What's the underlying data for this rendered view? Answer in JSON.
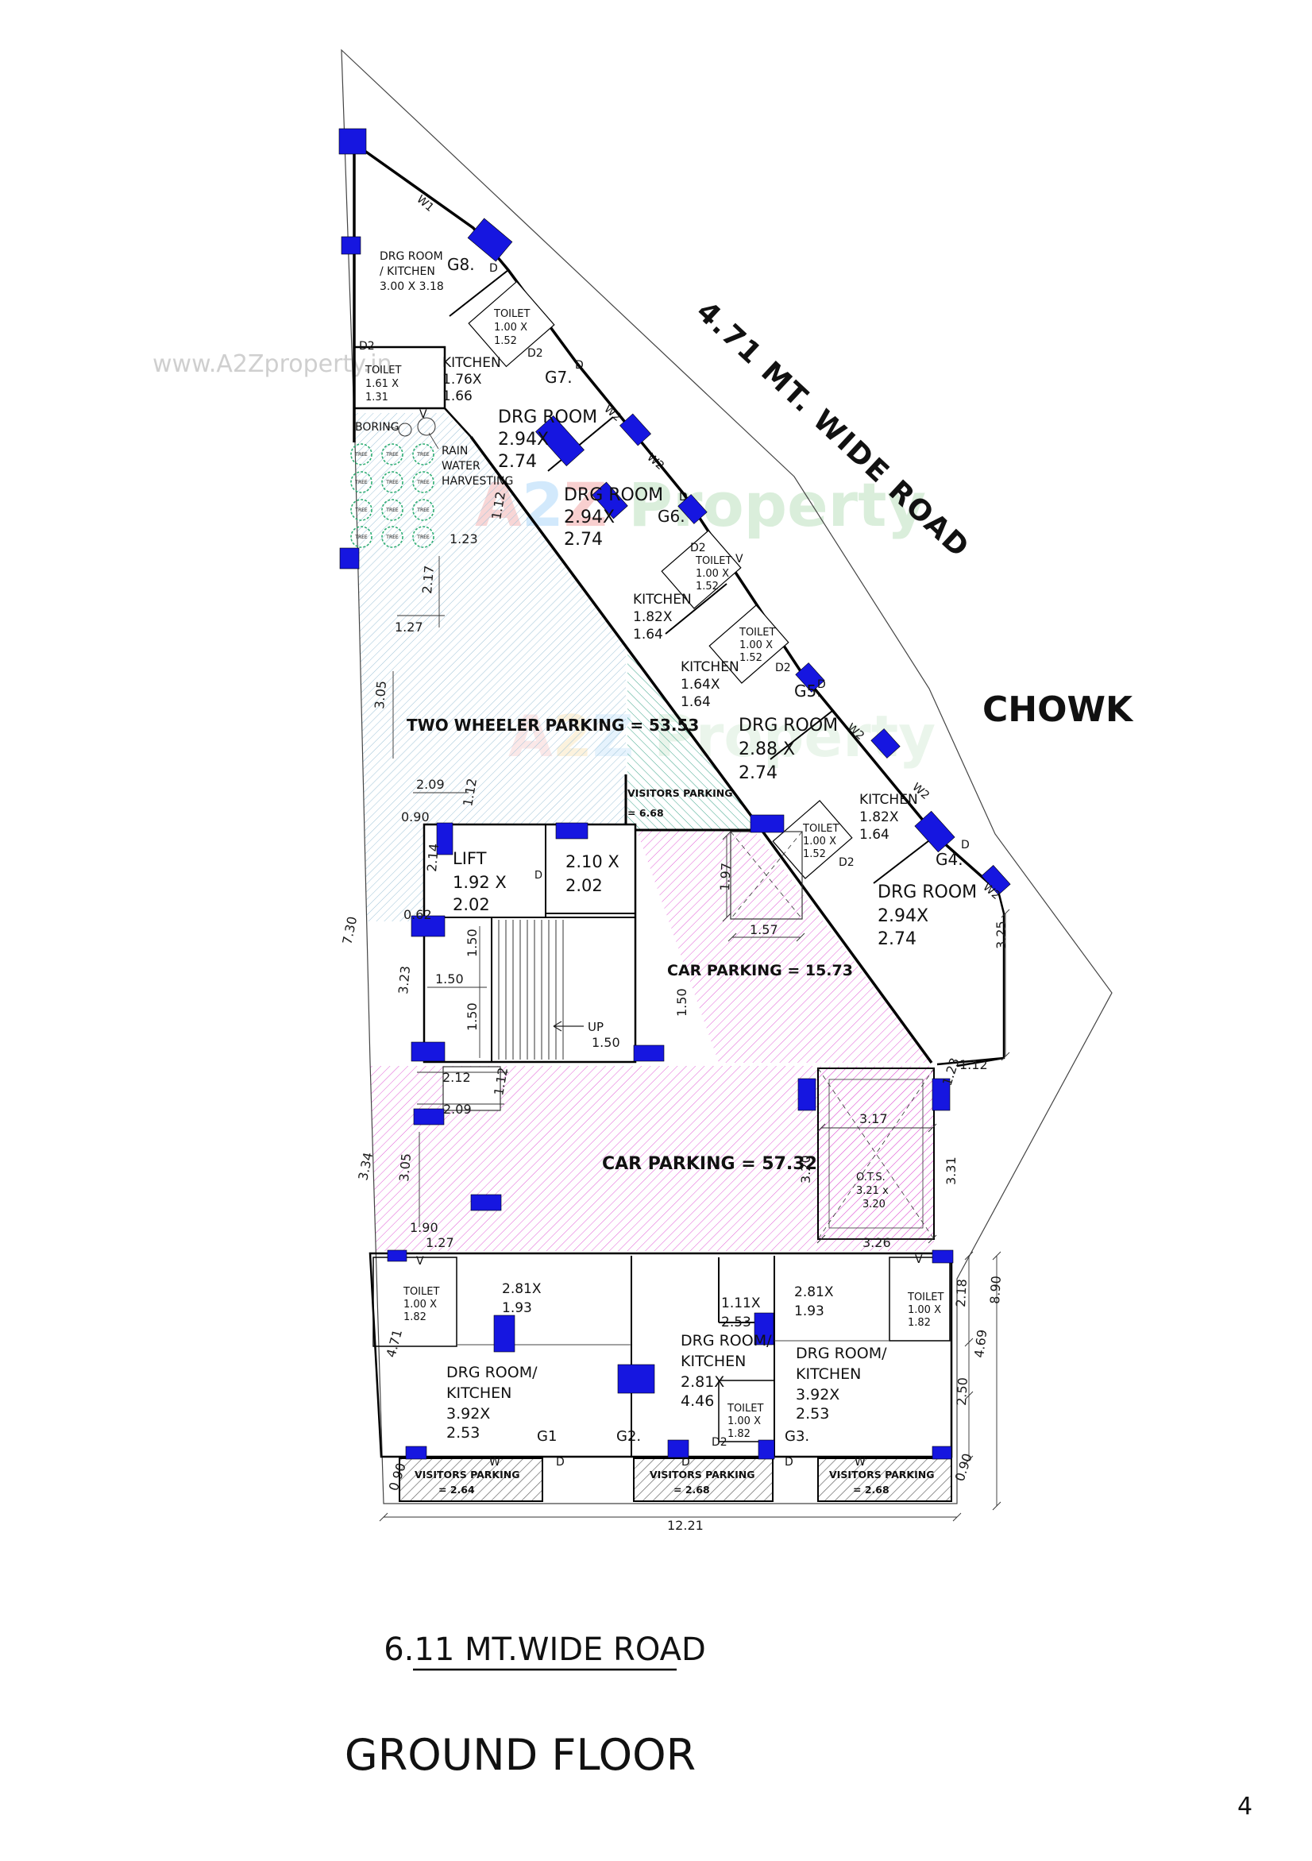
{
  "page_number": "4",
  "titles": {
    "road_top": "4.71 MT.  WIDE ROAD",
    "chowk": "CHOWK",
    "road_bottom": "6.11 MT.WIDE ROAD",
    "floor": "GROUND FLOOR"
  },
  "watermarks": {
    "url": "www.A2Zproperty.in",
    "brand_parts": [
      "A",
      "2",
      "Z",
      " Property"
    ]
  },
  "site": {
    "boring": "BORING",
    "rwh": [
      "RAIN",
      "WATER",
      "HARVESTING"
    ],
    "tree": "TREE"
  },
  "openings": {
    "w": "W",
    "w1": "W1",
    "w2": "W2",
    "d": "D",
    "d2": "D2",
    "v": "V"
  },
  "units": {
    "g8": {
      "id": "G8.",
      "lines": [
        "DRG ROOM",
        "/ KITCHEN",
        "3.00 X 3.18"
      ]
    },
    "toilet_g8": {
      "lines": [
        "TOILET",
        "1.61 X",
        "1.31"
      ]
    },
    "toilet_g7": {
      "lines": [
        "TOILET",
        "1.00 X",
        "1.52"
      ]
    },
    "kitchen_g7": {
      "lines": [
        "KITCHEN",
        "1.76X",
        "1.66"
      ]
    },
    "g7": {
      "id": "G7.",
      "lines": [
        "DRG ROOM",
        "2.94X",
        "2.74"
      ]
    },
    "g6": {
      "id": "G6.",
      "lines": [
        "DRG ROOM",
        "2.94X",
        "2.74"
      ]
    },
    "toilet_g6": {
      "lines": [
        "TOILET",
        "1.00 X",
        "1.52"
      ]
    },
    "kitchen_g6": {
      "lines": [
        "KITCHEN",
        "1.82X",
        "1.64"
      ]
    },
    "kitchen_g5": {
      "lines": [
        "KITCHEN",
        "1.64X",
        "1.64"
      ]
    },
    "toilet_g5": {
      "lines": [
        "TOILET",
        "1.00 X",
        "1.52"
      ]
    },
    "g5": {
      "id": "G5.",
      "lines": [
        "DRG ROOM",
        "2.88 X",
        "2.74"
      ]
    },
    "kitchen_g4": {
      "lines": [
        "KITCHEN",
        "1.82X",
        "1.64"
      ]
    },
    "toilet_g4": {
      "lines": [
        "TOILET",
        "1.00 X",
        "1.52"
      ]
    },
    "g4": {
      "id": "G4.",
      "lines": [
        "DRG ROOM",
        "2.94X",
        "2.74"
      ]
    },
    "g1": {
      "id": "G1",
      "lines": [
        "DRG ROOM/",
        "KITCHEN",
        "3.92X",
        "2.53"
      ],
      "room": [
        "2.81X",
        "1.93"
      ],
      "toilet": [
        "TOILET",
        "1.00 X",
        "1.82"
      ]
    },
    "g2": {
      "id": "G2.",
      "lines": [
        "DRG ROOM/",
        "KITCHEN",
        "2.81X",
        "4.46"
      ],
      "lobby": [
        "1.11X",
        "2.53"
      ],
      "toilet": [
        "TOILET",
        "1.00 X",
        "1.82"
      ]
    },
    "g3": {
      "id": "G3.",
      "lines": [
        "DRG ROOM/",
        "KITCHEN",
        "3.92X",
        "2.53"
      ],
      "room": [
        "2.81X",
        "1.93"
      ],
      "toilet": [
        "TOILET",
        "1.00 X",
        "1.82"
      ]
    }
  },
  "core": {
    "lift": [
      "LIFT",
      "1.92 X",
      "2.02"
    ],
    "room": [
      "2.10 X",
      "2.02"
    ],
    "up": "UP",
    "ots": [
      "O.T.S.",
      "3.21 x",
      "3.20"
    ]
  },
  "parking": {
    "two_wheeler": "TWO WHEELER PARKING = 53.53",
    "visitors_main": [
      "VISITORS PARKING",
      "= 6.68"
    ],
    "car_a": "CAR PARKING = 15.73",
    "car_b": "CAR PARKING = 57.32",
    "vp1": [
      "VISITORS PARKING",
      "= 2.64"
    ],
    "vp2": [
      "VISITORS PARKING",
      "= 2.68"
    ],
    "vp3": [
      "VISITORS PARKING",
      "= 2.68"
    ]
  },
  "dims": {
    "left": [
      "7.30",
      "3.34",
      "4.71",
      "0.90"
    ],
    "two_wheeler": [
      "1.23",
      "1.12",
      "2.17",
      "1.27",
      "3.05",
      "2.09"
    ],
    "core": [
      "0.90",
      "1.12",
      "2.14",
      "0.62",
      "3.23",
      "1.50",
      "1.50",
      "1.50",
      "1.50",
      "1.50"
    ],
    "car_a": [
      "1.97",
      "1.57"
    ],
    "east": [
      "3.25",
      "1.12",
      "1.23"
    ],
    "ots": [
      "3.17",
      "3.20",
      "3.31",
      "3.26"
    ],
    "car_b": [
      "2.12",
      "2.09",
      "1.12",
      "3.05",
      "1.90",
      "1.27"
    ],
    "right": [
      "2.18",
      "4.69",
      "2.50",
      "0.90",
      "8.90"
    ],
    "bottom": [
      "12.21"
    ]
  }
}
